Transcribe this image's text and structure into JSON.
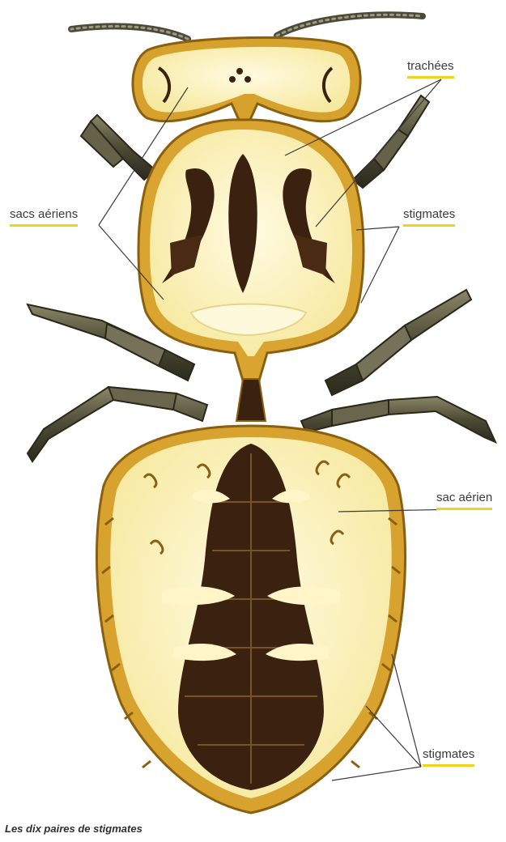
{
  "labels": {
    "trachees": "trachées",
    "sacs_aeriens": "sacs aériens",
    "stigmates_top": "stigmates",
    "sac_aerien": "sac aérien",
    "stigmates_bottom": "stigmates"
  },
  "caption": "Les dix paires de stigmates",
  "colors": {
    "body_outline": "#b88a1c",
    "air_sac_fill": "#fdf6c8",
    "trachea_dark": "#3b2210",
    "leg_color": "#4e4a36",
    "label_underline": "#f1d31c"
  }
}
